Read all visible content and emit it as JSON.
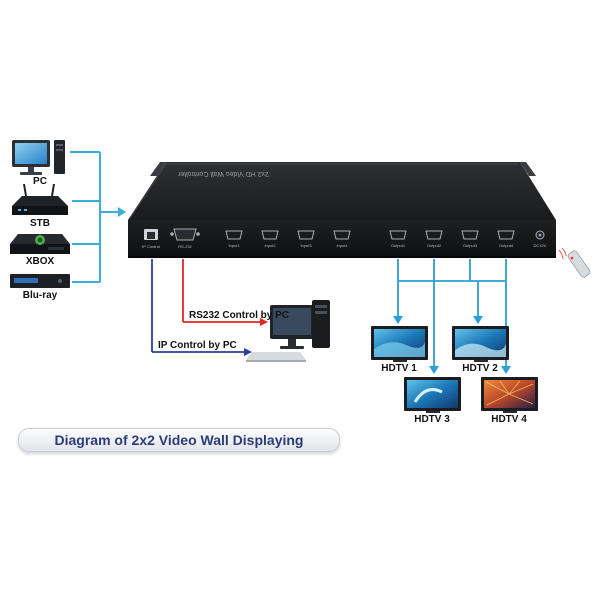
{
  "sources": [
    {
      "label": "PC",
      "icon": "desktop-pc-icon"
    },
    {
      "label": "STB",
      "icon": "router-stb-icon"
    },
    {
      "label": "XBOX",
      "icon": "game-console-icon"
    },
    {
      "label": "Blu-ray",
      "icon": "bluray-player-icon"
    }
  ],
  "device": {
    "title": "2x2 HD Video Wall Controller",
    "ports": [
      "IP Control",
      "RS-232",
      "Input1",
      "Input2",
      "Input3",
      "Input4",
      "Output1",
      "Output2",
      "Output3",
      "Output4",
      "DC12V"
    ]
  },
  "control": {
    "rs232_label": "RS232 Control by PC",
    "ip_label": "IP Control by PC"
  },
  "displays": [
    {
      "label": "HDTV 1"
    },
    {
      "label": "HDTV 2"
    },
    {
      "label": "HDTV 3"
    },
    {
      "label": "HDTV 4"
    }
  ],
  "caption": "Diagram of 2x2 Video Wall Displaying",
  "colors": {
    "input_line": "#3aaed8",
    "output_line": "#2a9fd6",
    "rs232_line": "#e52521",
    "ip_line": "#2b3f9c",
    "caption_text": "#2b3d78"
  }
}
